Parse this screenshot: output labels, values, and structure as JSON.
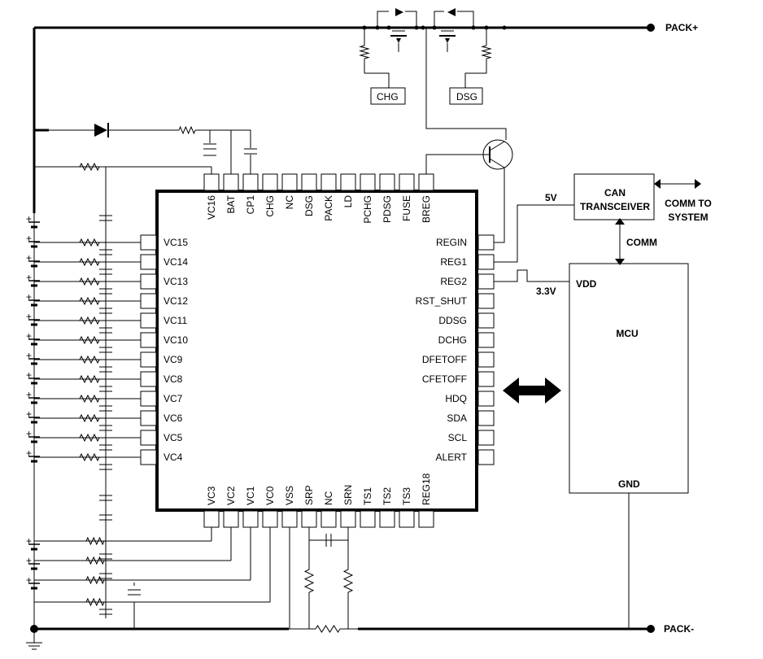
{
  "ic": {
    "top_pins": [
      "VC16",
      "BAT",
      "CP1",
      "CHG",
      "NC",
      "DSG",
      "PACK",
      "LD",
      "PCHG",
      "PDSG",
      "FUSE",
      "BREG"
    ],
    "left_pins": [
      "VC15",
      "VC14",
      "VC13",
      "VC12",
      "VC11",
      "VC10",
      "VC9",
      "VC8",
      "VC7",
      "VC6",
      "VC5",
      "VC4"
    ],
    "right_pins": [
      "REGIN",
      "REG1",
      "REG2",
      "RST_SHUT",
      "DDSG",
      "DCHG",
      "DFETOFF",
      "CFETOFF",
      "HDQ",
      "SDA",
      "SCL",
      "ALERT"
    ],
    "bottom_pins": [
      "VC3",
      "VC2",
      "VC1",
      "VC0",
      "VSS",
      "SRP",
      "NC",
      "SRN",
      "TS1",
      "TS2",
      "TS3",
      "REG18"
    ]
  },
  "labels": {
    "pack_plus": "PACK+",
    "pack_minus": "PACK-",
    "chg": "CHG",
    "dsg": "DSG",
    "can_line1": "CAN",
    "can_line2": "TRANSCEIVER",
    "comm_to_line1": "COMM TO",
    "comm_to_line2": "SYSTEM",
    "comm": "COMM",
    "v5": "5V",
    "v33": "3.3V",
    "mcu": "MCU",
    "vdd": "VDD",
    "gnd": "GND"
  },
  "cell_markers": {
    "plus": "+"
  }
}
